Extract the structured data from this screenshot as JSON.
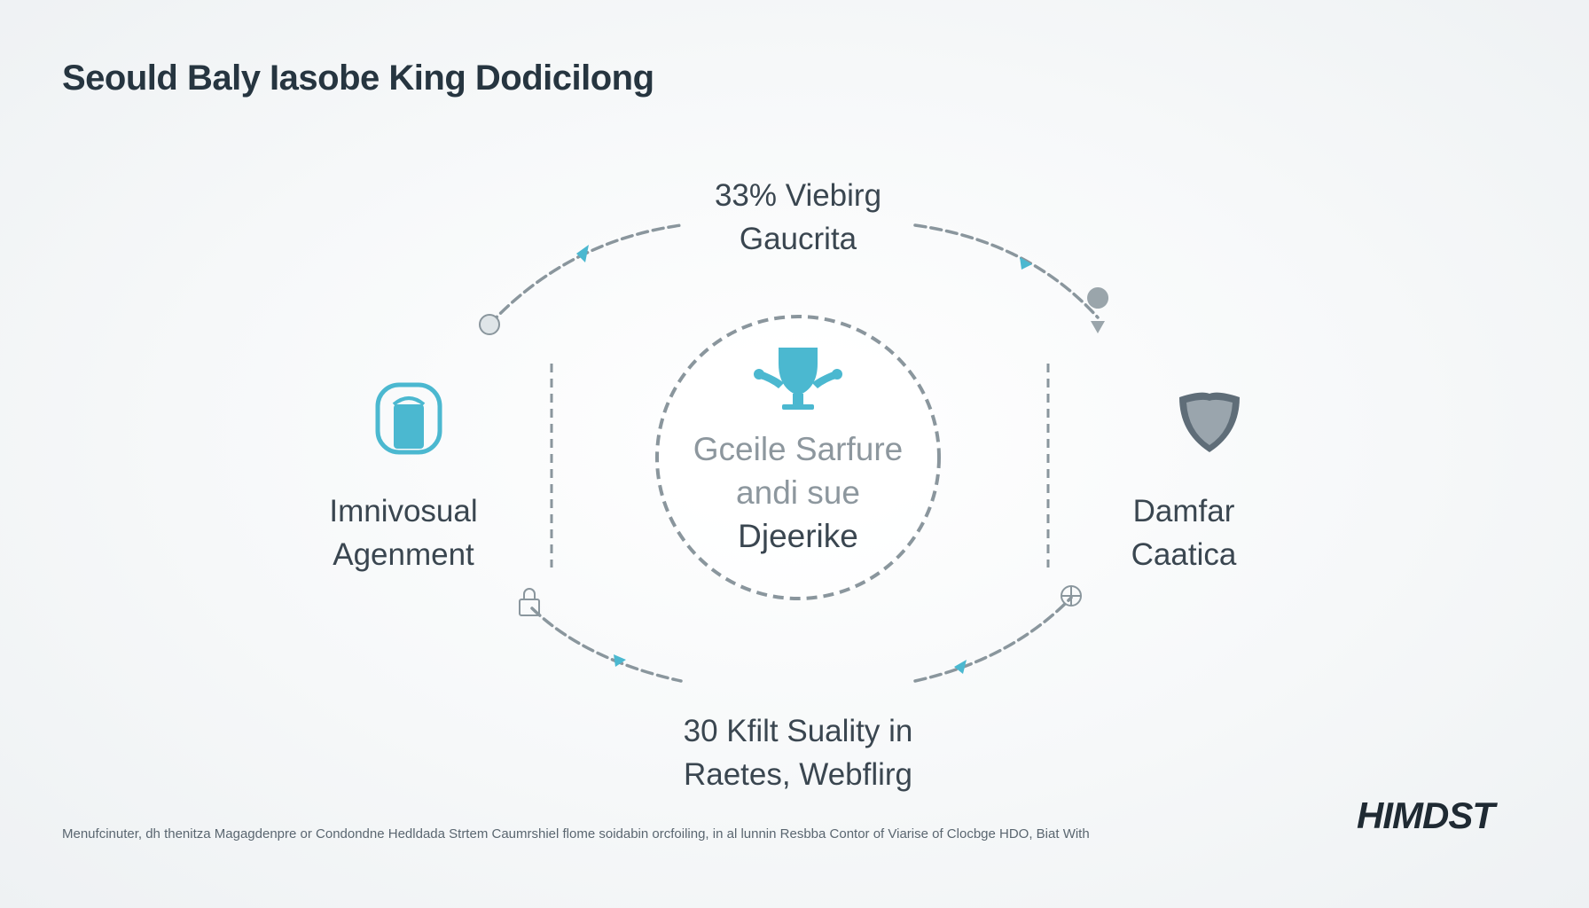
{
  "title": "Seould Baly Iasobe King Dodicilong",
  "top_node": {
    "line1": "33% Viebirg",
    "line2": "Gaucrita"
  },
  "center_node": {
    "line1": "Gceile Sarfure",
    "line2": "andi sue",
    "line3": "Djeerike",
    "icon": "trophy-icon"
  },
  "left_node": {
    "line1": "Imnivosual",
    "line2": "Agenment",
    "icon": "bucket-icon"
  },
  "right_node": {
    "line1": "Damfar",
    "line2": "Caatica",
    "icon": "shield-icon"
  },
  "bottom_node": {
    "line1": "30 Kfilt Suality in",
    "line2": "Raetes, Webflirg"
  },
  "footer": "Menufcinuter, dh thenitza Magagdenpre or Condondne Hedldada Strtem Caumrshiel flome soidabin orcfoiling, in al lunnin Resbba Contor of Viarise of Clocbge HDO, Biat With",
  "logo": "HIMDST",
  "colors": {
    "accent": "#4bb8d0",
    "line": "#8a969d",
    "shield": "#5f6d78"
  }
}
